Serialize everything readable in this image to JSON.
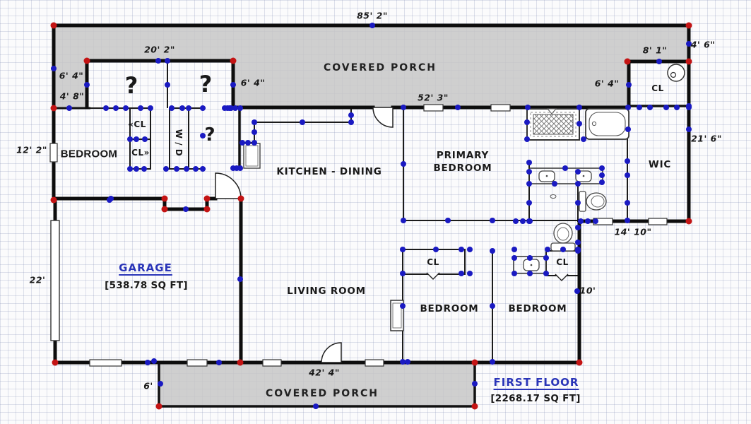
{
  "plan": {
    "rooms": {
      "covered_porch_top": "COVERED PORCH",
      "covered_porch_bottom": "COVERED PORCH",
      "bedroom_left": "BEDROOM",
      "kitchen_dining": "KITCHEN - DINING",
      "primary_bedroom": "PRIMARY\nBEDROOM",
      "wic": "WIC",
      "cl_upper_right": "CL",
      "closet_1": "«CL",
      "closet_2": "CL»",
      "closet_3": "CL",
      "closet_4": "CL",
      "washer_dryer": "W / D",
      "garage": "GARAGE",
      "garage_area": "[538.78 SQ FT]",
      "living_room": "LIVING ROOM",
      "bedroom_mid": "BEDROOM",
      "bedroom_right": "BEDROOM",
      "unknown_1": "?",
      "unknown_2": "?",
      "unknown_3": "?"
    },
    "dimensions": {
      "overall_top": "85' 2\"",
      "notch_width": "20' 2\"",
      "porch_left_upper": "6' 4\"",
      "porch_left_lower": "4' 8\"",
      "notch_right": "6' 4\"",
      "house_top": "52' 3\"",
      "cl_top_width": "8' 1\"",
      "right_upper": "4' 6\"",
      "cl_left_height": "6' 4\"",
      "right_side": "21' 6\"",
      "bedroom_left_wall": "12' 2\"",
      "wic_bottom": "14' 10\"",
      "garage_left": "22'",
      "bedroom_right_wall": "10'",
      "porch_bottom_width": "42' 4\"",
      "porch_bottom_depth": "6'"
    },
    "annotations": {
      "first_floor": "FIRST FLOOR",
      "first_floor_area": "[2268.17 SQ FT]"
    },
    "colors": {
      "wall": "#111111",
      "porch_fill": "#c7c7c7",
      "vertex_red": "#c41414",
      "vertex_blue": "#1a1ac2",
      "accent_blue": "#2a35b8",
      "paper": "#fbfbfc",
      "grid_line": "#8c96b9"
    }
  }
}
